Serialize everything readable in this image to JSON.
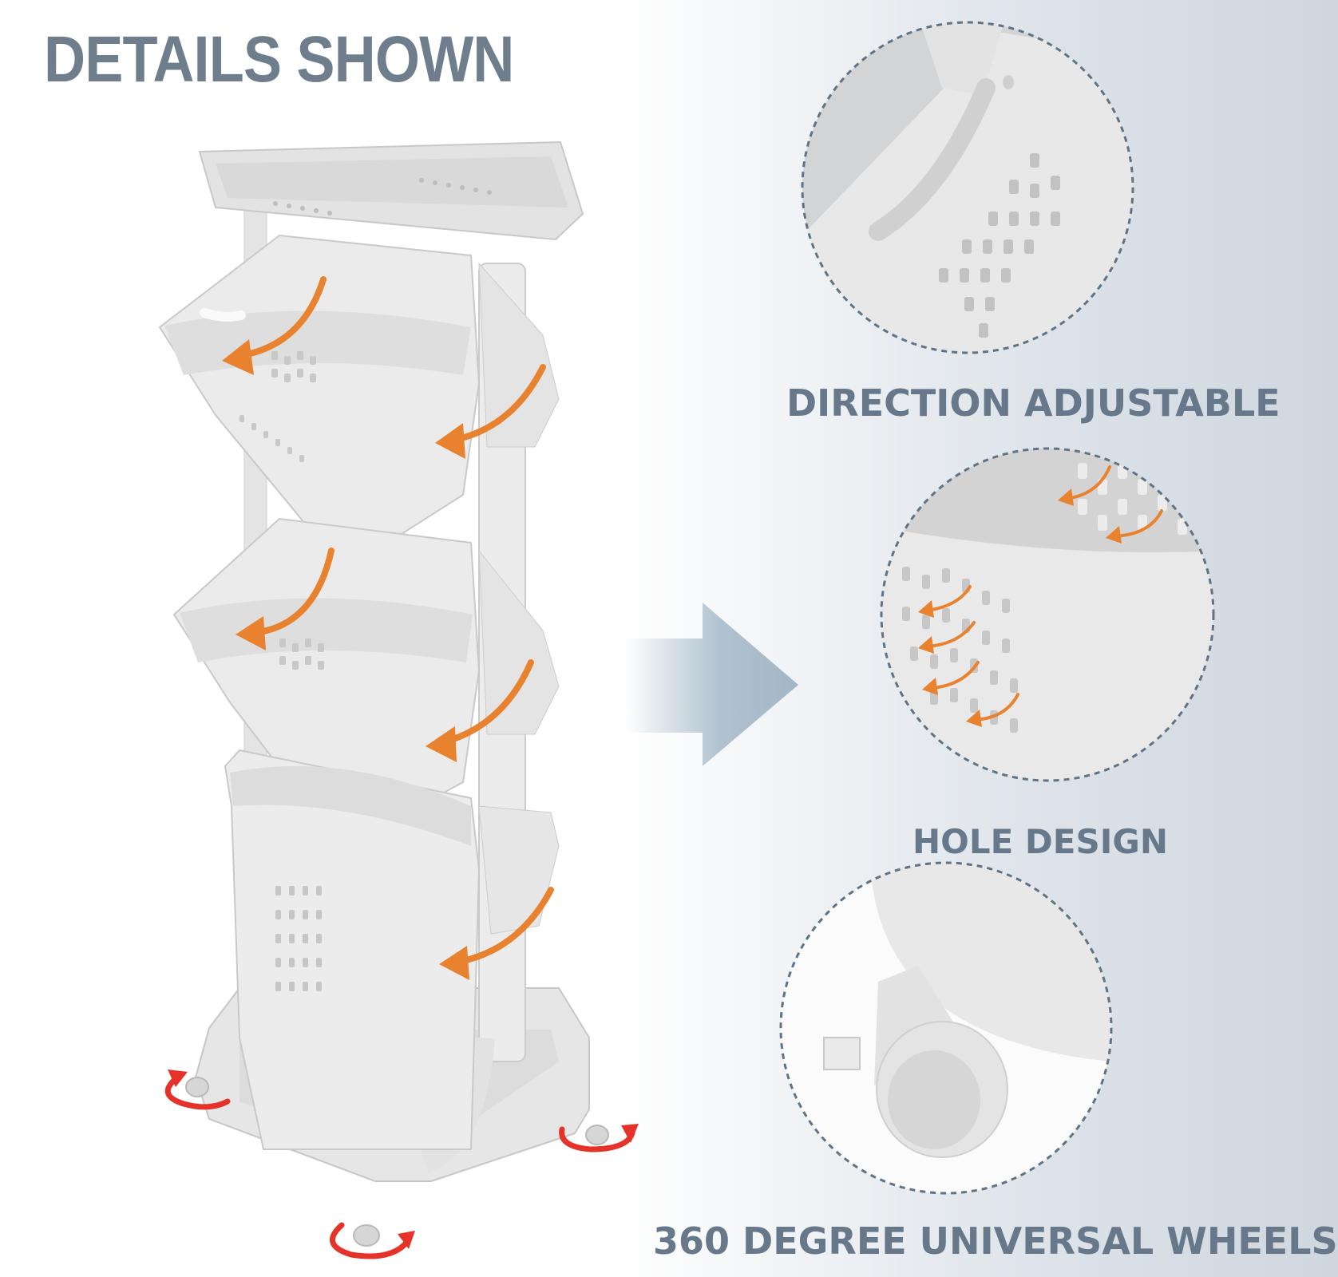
{
  "heading": "DETAILS SHOWN",
  "features": [
    {
      "label": "DIRECTION ADJUSTABLE"
    },
    {
      "label": "HOLE DESIGN"
    },
    {
      "label": "360 DEGREE UNIVERSAL WHEELS"
    }
  ],
  "colors": {
    "heading": "#6f7e8c",
    "caption": "#66788a",
    "plastic": "#e9e9e9",
    "arrow_orange": "#e8822e",
    "rotate_red": "#e5332a",
    "pointer_arrow": "#a9bccb",
    "dashed_circle": "#5f7384"
  }
}
